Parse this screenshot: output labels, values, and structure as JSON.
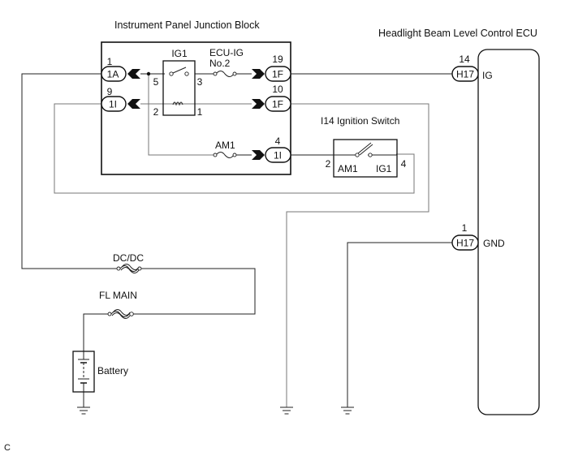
{
  "diagram": {
    "corner_code": "C",
    "components": {
      "junction_block": {
        "title": "Instrument Panel Junction Block",
        "relay": {
          "label": "IG1",
          "pins": [
            "5",
            "3",
            "2",
            "1"
          ]
        },
        "fuses": [
          {
            "label_line1": "ECU-IG",
            "label_line2": "No.2"
          },
          {
            "label_line1": "AM1",
            "label_line2": ""
          }
        ],
        "connectors": [
          {
            "id": "1A",
            "pin": "1"
          },
          {
            "id": "1I",
            "pin": "9"
          },
          {
            "id": "1F",
            "pin": "19"
          },
          {
            "id": "1F",
            "pin": "10"
          },
          {
            "id": "1I",
            "pin": "4"
          }
        ]
      },
      "ecu": {
        "title": "Headlight Beam Level Control ECU",
        "terminals": [
          {
            "connector": "H17",
            "pin": "14",
            "name": "IG"
          },
          {
            "connector": "H17",
            "pin": "1",
            "name": "GND"
          }
        ]
      },
      "ignition_switch": {
        "title": "I14 Ignition Switch",
        "pin_left": "2",
        "pin_right": "4",
        "contact_left": "AM1",
        "contact_right": "IG1"
      },
      "fusible_links": [
        {
          "label": "DC/DC"
        },
        {
          "label": "FL MAIN"
        }
      ],
      "battery": {
        "label": "Battery"
      }
    }
  }
}
